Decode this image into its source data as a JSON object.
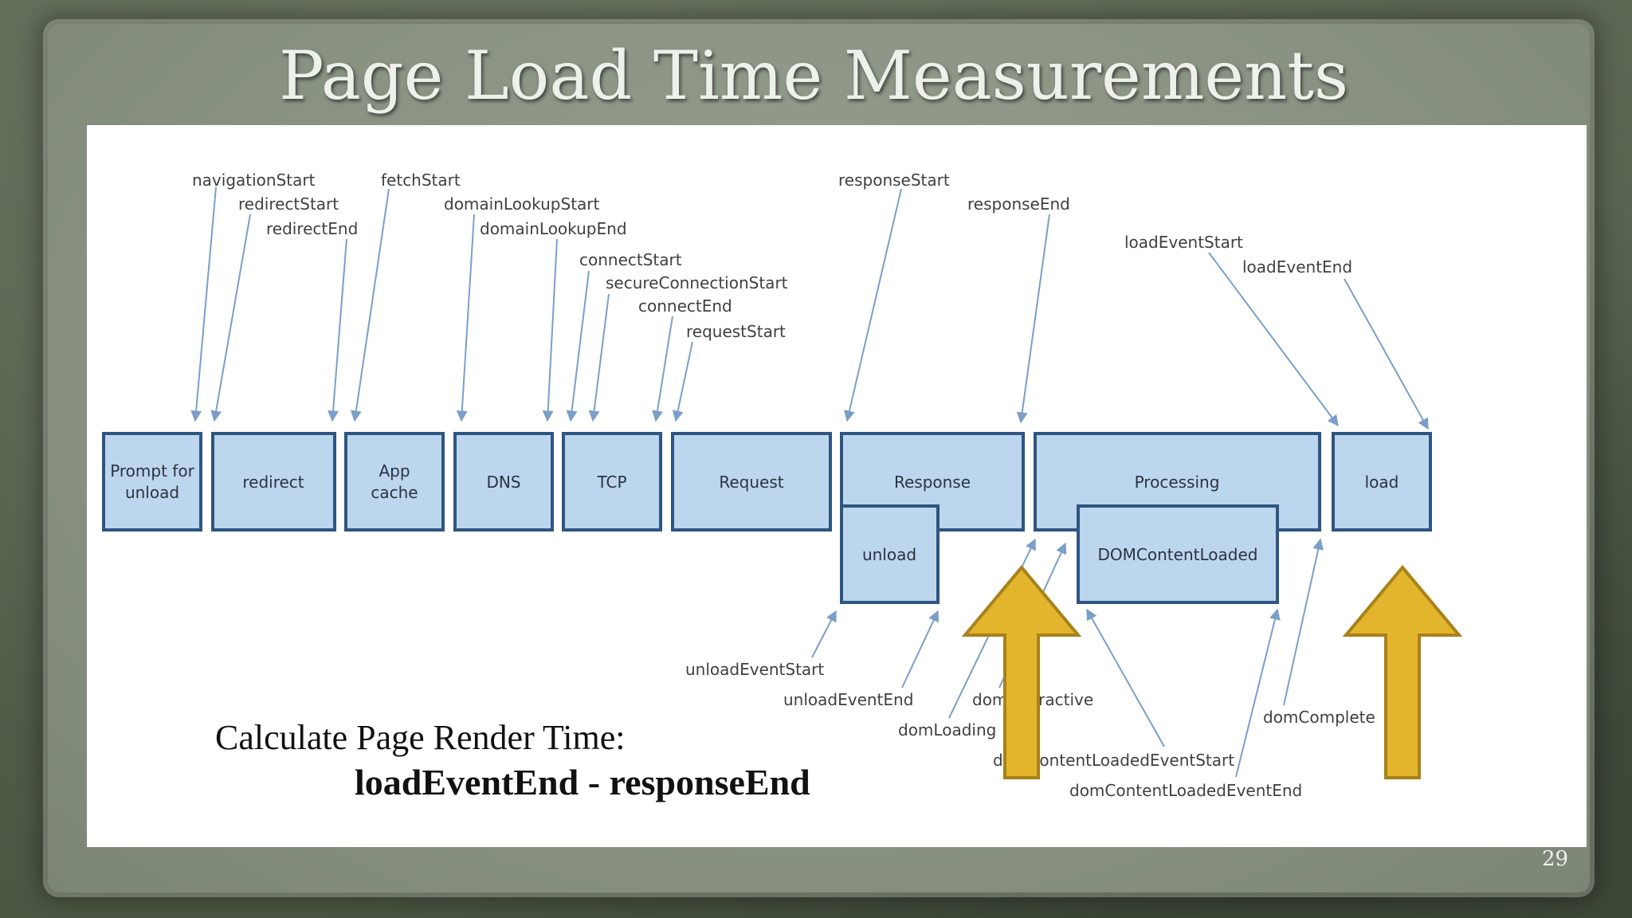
{
  "slide": {
    "title": "Page Load Time Measurements",
    "page_number": "29",
    "calc_caption": "Calculate Page Render Time:",
    "calc_formula": "loadEventEnd - responseEnd"
  },
  "colors": {
    "box_fill": "#bcd6ee",
    "box_border": "#2f5580",
    "pointer_line": "#7a9fc8",
    "highlight_arrow": "#e2b52c"
  },
  "diagram": {
    "phases": [
      "Prompt for unload",
      "redirect",
      "App cache",
      "DNS",
      "TCP",
      "Request",
      "Response",
      "Processing",
      "load"
    ],
    "sub_phases": [
      "unload",
      "DOMContentLoaded"
    ],
    "events_top": [
      "navigationStart",
      "redirectStart",
      "redirectEnd",
      "fetchStart",
      "domainLookupStart",
      "domainLookupEnd",
      "connectStart",
      "secureConnectionStart",
      "connectEnd",
      "requestStart",
      "responseStart",
      "responseEnd",
      "loadEventStart",
      "loadEventEnd"
    ],
    "events_bottom": [
      "unloadEventStart",
      "unloadEventEnd",
      "domLoading",
      "domInteractive",
      "domContentLoadedEventStart",
      "domContentLoadedEventEnd",
      "domComplete"
    ],
    "highlighted_events": [
      "responseEnd",
      "loadEventEnd"
    ]
  }
}
